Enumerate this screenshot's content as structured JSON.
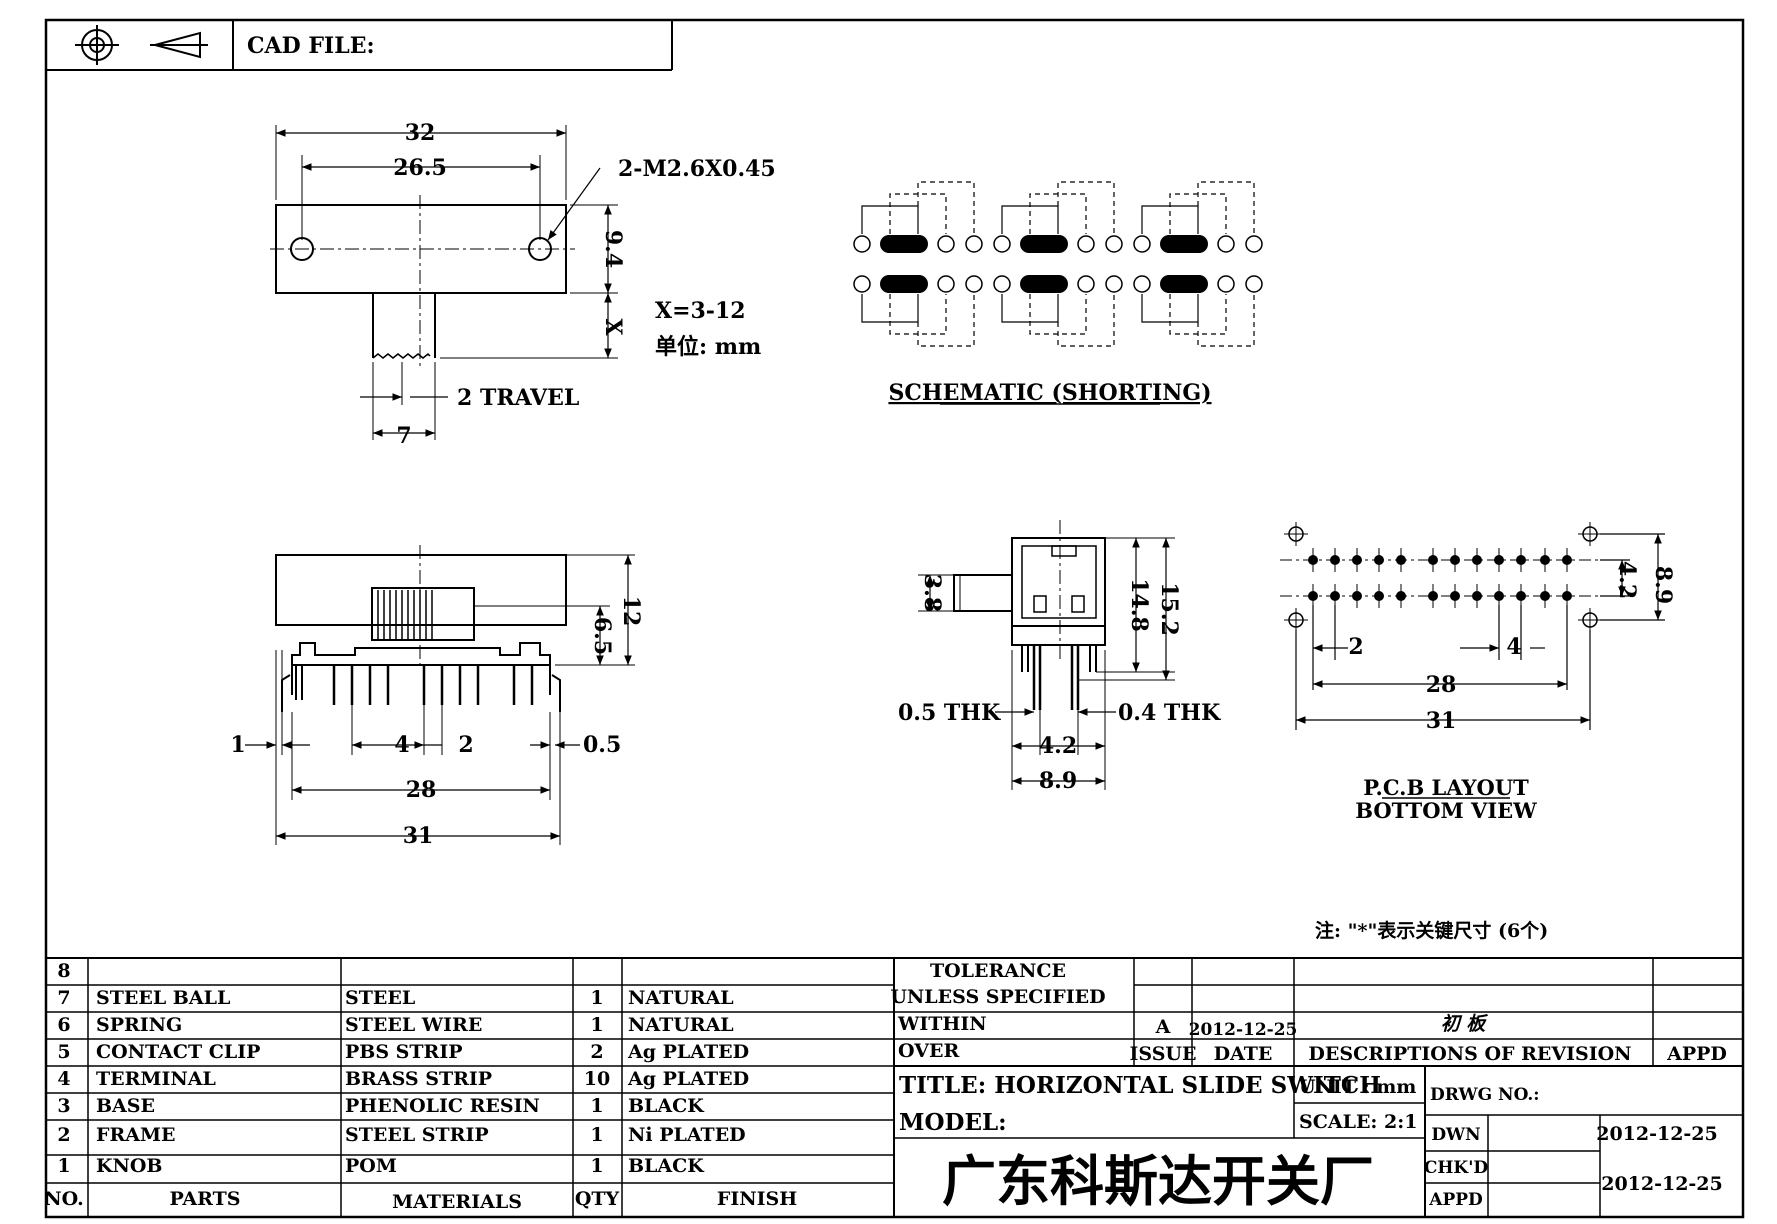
{
  "header": {
    "cad_file_label": "CAD FILE:"
  },
  "top_view": {
    "dim_32": "32",
    "dim_26_5": "26.5",
    "dim_thread": "2-M2.6X0.45",
    "dim_9_4": "9.4",
    "dim_x": "X",
    "x_range": "X=3-12",
    "unit_note": "单位: mm",
    "travel": "2 TRAVEL",
    "dim_7": "7"
  },
  "schematic": {
    "label": "SCHEMATIC (SHORTING)"
  },
  "front_view": {
    "dim_12": "12",
    "dim_6_5": "6.5",
    "dim_1": "1",
    "dim_4": "4",
    "dim_2": "2",
    "dim_0_5": "0.5",
    "dim_28": "28",
    "dim_31": "31"
  },
  "side_view": {
    "dim_3_8": "3.8",
    "dim_14_8": "14.8",
    "dim_15_2": "15.2",
    "thk_left": "0.5 THK",
    "thk_right": "0.4 THK",
    "dim_4_2": "4.2",
    "dim_8_9": "8.9"
  },
  "pcb_layout": {
    "dim_4_2": "4.2",
    "dim_8_9": "8.9",
    "dim_2": "2",
    "dim_4": "4",
    "dim_28": "28",
    "dim_31": "31",
    "label_line1": "P.C.B LAYOUT",
    "label_line2": "BOTTOM VIEW"
  },
  "note": "注: \"*\"表示关键尺寸 (6个)",
  "parts_table": {
    "rows": [
      {
        "no": "8",
        "part": "",
        "material": "",
        "qty": "",
        "finish": ""
      },
      {
        "no": "7",
        "part": "STEEL BALL",
        "material": "STEEL",
        "qty": "1",
        "finish": "NATURAL"
      },
      {
        "no": "6",
        "part": "SPRING",
        "material": "STEEL WIRE",
        "qty": "1",
        "finish": "NATURAL"
      },
      {
        "no": "5",
        "part": "CONTACT CLIP",
        "material": "PBS STRIP",
        "qty": "2",
        "finish": "Ag PLATED"
      },
      {
        "no": "4",
        "part": "TERMINAL",
        "material": "BRASS STRIP",
        "qty": "10",
        "finish": "Ag PLATED"
      },
      {
        "no": "3",
        "part": "BASE",
        "material": "PHENOLIC RESIN",
        "qty": "1",
        "finish": "BLACK"
      },
      {
        "no": "2",
        "part": "FRAME",
        "material": "STEEL STRIP",
        "qty": "1",
        "finish": "Ni PLATED"
      },
      {
        "no": "1",
        "part": "KNOB",
        "material": "POM",
        "qty": "1",
        "finish": "BLACK"
      }
    ],
    "header": {
      "no": "NO.",
      "parts": "PARTS",
      "materials": "MATERIALS",
      "qty": "QTY",
      "finish": "FINISH"
    }
  },
  "title_block": {
    "tolerance": "TOLERANCE",
    "unless": "UNLESS SPECIFIED",
    "within": "WITHIN",
    "over": "OVER",
    "rev_issue": "A",
    "rev_date": "2012-12-25",
    "rev_desc": "初 板",
    "issue_label": "ISSUE",
    "date_label": "DATE",
    "desc_label": "DESCRIPTIONS OF REVISION",
    "appd_label": "APPD",
    "title": "TITLE: HORIZONTAL SLIDE SWITCH",
    "unit": "UNIT : mm",
    "drwg_no": "DRWG NO.:",
    "model": "MODEL:",
    "scale": "SCALE: 2:1",
    "dwn_label": "DWN",
    "dwn_date": "2012-12-25",
    "chkd_label": "CHK'D",
    "chkd_date": "2012-12-25",
    "appd2_label": "APPD",
    "company": "广东科斯达开关厂"
  }
}
